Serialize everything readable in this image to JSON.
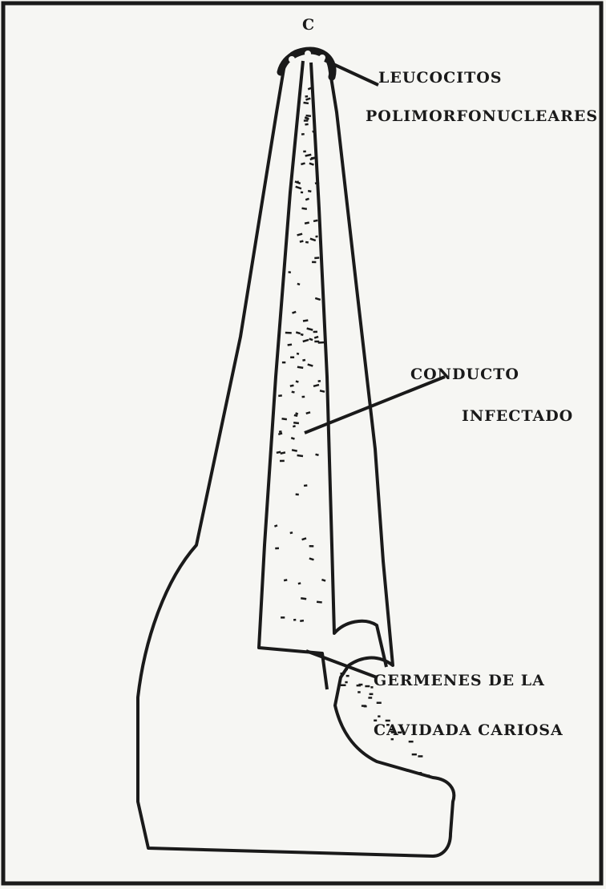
{
  "figure": {
    "corner_label": "C",
    "labels": {
      "leucocitos": "LEUCOCITOS",
      "polimorfonucleares": "POLIMORFONUCLEARES",
      "conducto": "CONDUCTO",
      "infectado": "INFECTADO",
      "germenes": "GERMENES DE LA",
      "cavidad": "CAVIDADA CARIOSA"
    },
    "colors": {
      "ink": "#1a1a1a",
      "paper": "#f6f6f3"
    }
  }
}
